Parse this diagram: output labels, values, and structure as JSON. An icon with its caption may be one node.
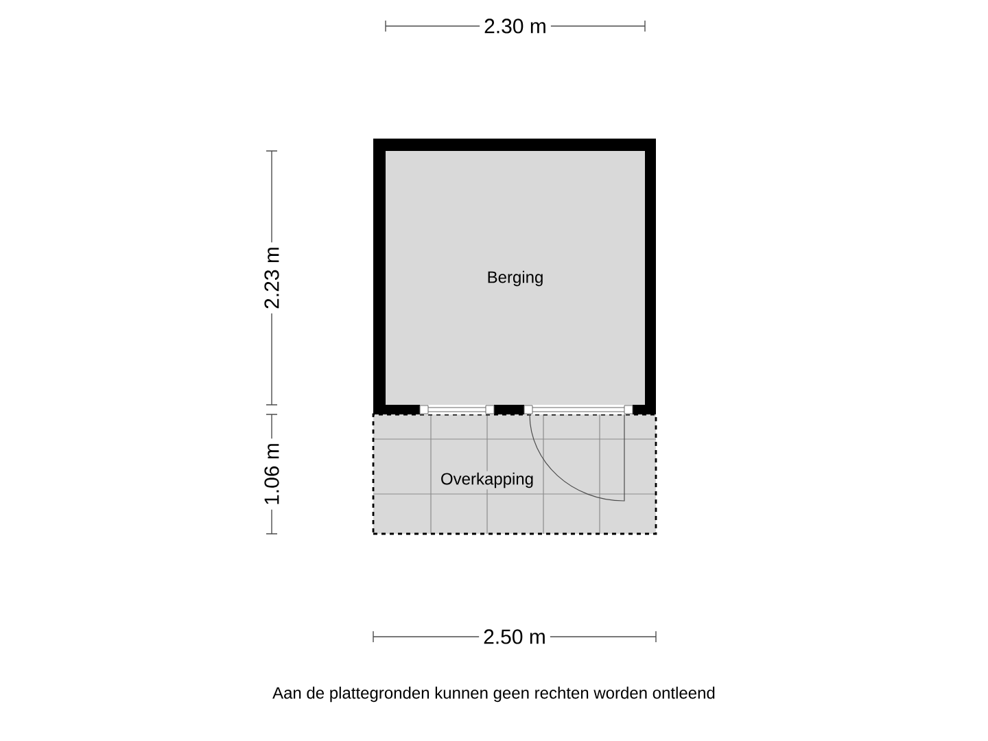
{
  "diagram": {
    "nodes": [
      {
        "text": [
          "Berging"
        ]
      },
      {
        "text": [
          "Overkapping"
        ]
      }
    ],
    "labels": [
      "2.30 m",
      "2.23 m",
      "1.06 m",
      "2.50 m",
      "Aan de plattegronden kunnen geen rechten worden ontleend"
    ]
  }
}
